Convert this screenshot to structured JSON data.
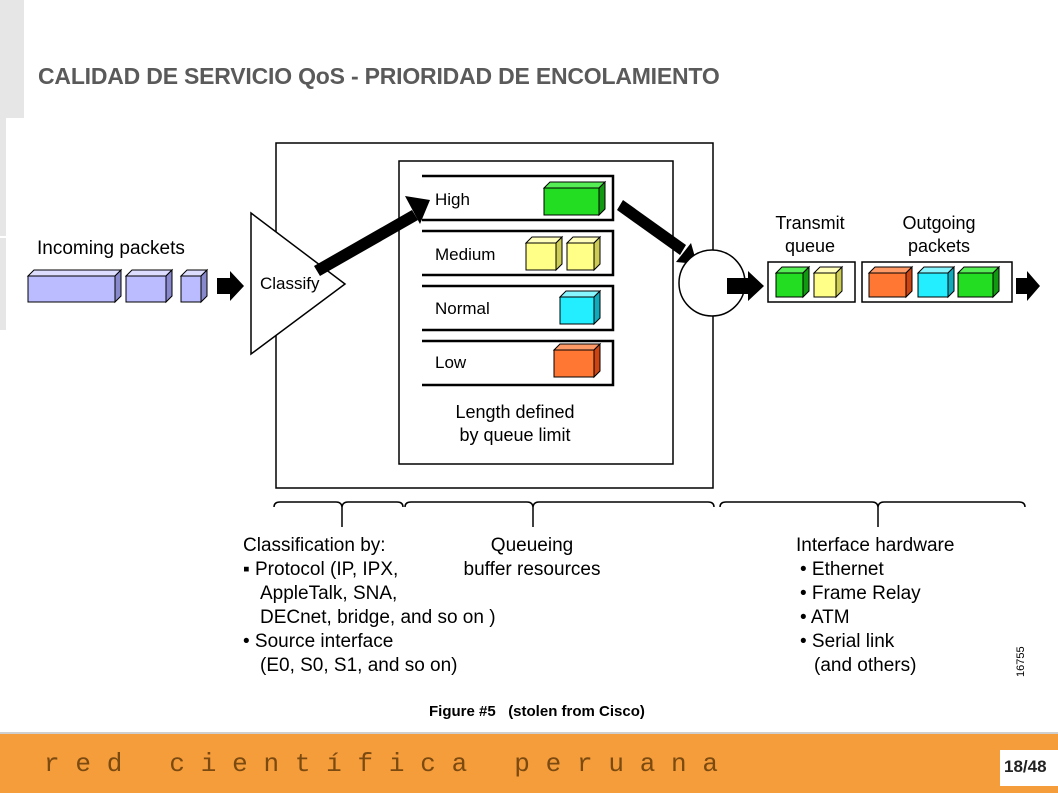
{
  "slide": {
    "title": "CALIDAD DE SERVICIO QoS - PRIORIDAD DE ENCOLAMIENTO",
    "footer_text": "red científica peruana",
    "page_number": "18/48"
  },
  "diagram": {
    "incoming_label": "Incoming packets",
    "classify_label": "Classify",
    "queues": [
      {
        "label": "High",
        "packet_color": "#22dd22"
      },
      {
        "label": "Medium",
        "packet_color": "#ffff88"
      },
      {
        "label": "Normal",
        "packet_color": "#22eeff"
      },
      {
        "label": "Low",
        "packet_color": "#ff7733"
      }
    ],
    "length_line1": "Length defined",
    "length_line2": "by queue limit",
    "transmit_line1": "Transmit",
    "transmit_line2": "queue",
    "outgoing_line1": "Outgoing",
    "outgoing_line2": "packets",
    "classification": {
      "heading": "Classification by:",
      "lines": [
        "▪ Protocol (IP, IPX,",
        "AppleTalk, SNA,",
        "DECnet, bridge, and so on )",
        "• Source interface",
        "(E0, S0, S1, and so on)"
      ]
    },
    "queueing": {
      "line1": "Queueing",
      "line2": "buffer resources"
    },
    "interface": {
      "heading": "Interface hardware",
      "lines": [
        "• Ethernet",
        "• Frame Relay",
        "• ATM",
        "• Serial link",
        "(and others)"
      ]
    },
    "figure_id": "16755",
    "caption": "Figure #5   (stolen from Cisco)",
    "colors": {
      "incoming_packet": "#bbbbff",
      "green": "#22dd22",
      "yellow": "#ffff88",
      "cyan": "#22eeff",
      "orange": "#ff7733"
    }
  }
}
